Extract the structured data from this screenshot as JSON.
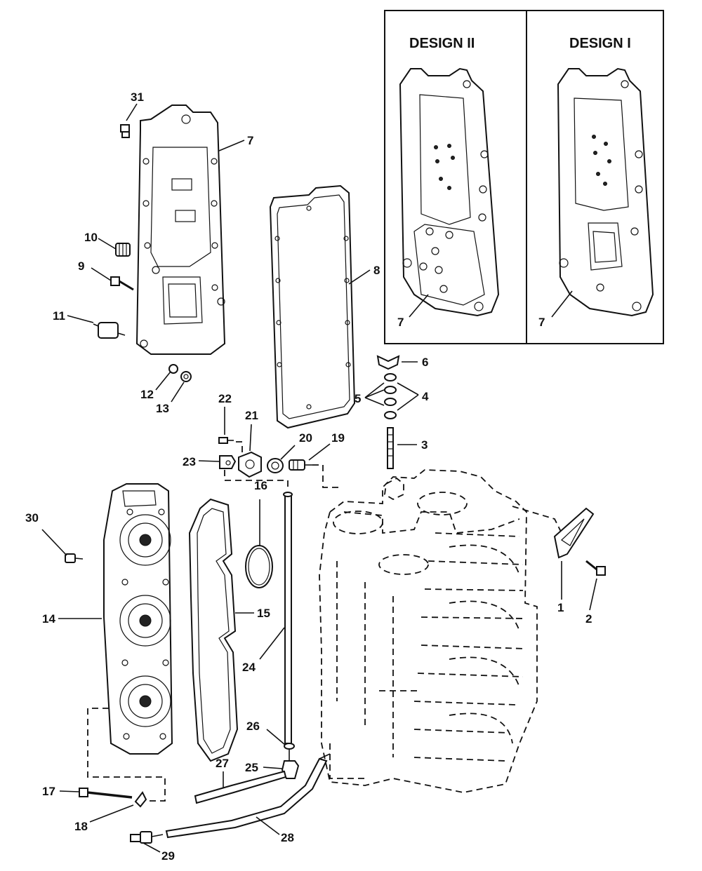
{
  "inset": {
    "design_ii_title": "DESIGN II",
    "design_i_title": "DESIGN I",
    "design_ii_callout": "7",
    "design_i_callout": "7"
  },
  "callouts": {
    "c1": "1",
    "c2": "2",
    "c3": "3",
    "c4": "4",
    "c5": "5",
    "c6": "6",
    "c7": "7",
    "c8": "8",
    "c9": "9",
    "c10": "10",
    "c11": "11",
    "c12": "12",
    "c13": "13",
    "c14": "14",
    "c15": "15",
    "c16": "16",
    "c17": "17",
    "c18": "18",
    "c19": "19",
    "c20": "20",
    "c21": "21",
    "c22": "22",
    "c23": "23",
    "c24": "24",
    "c25": "25",
    "c26": "26",
    "c27": "27",
    "c28": "28",
    "c29": "29",
    "c30": "30",
    "c31": "31"
  }
}
